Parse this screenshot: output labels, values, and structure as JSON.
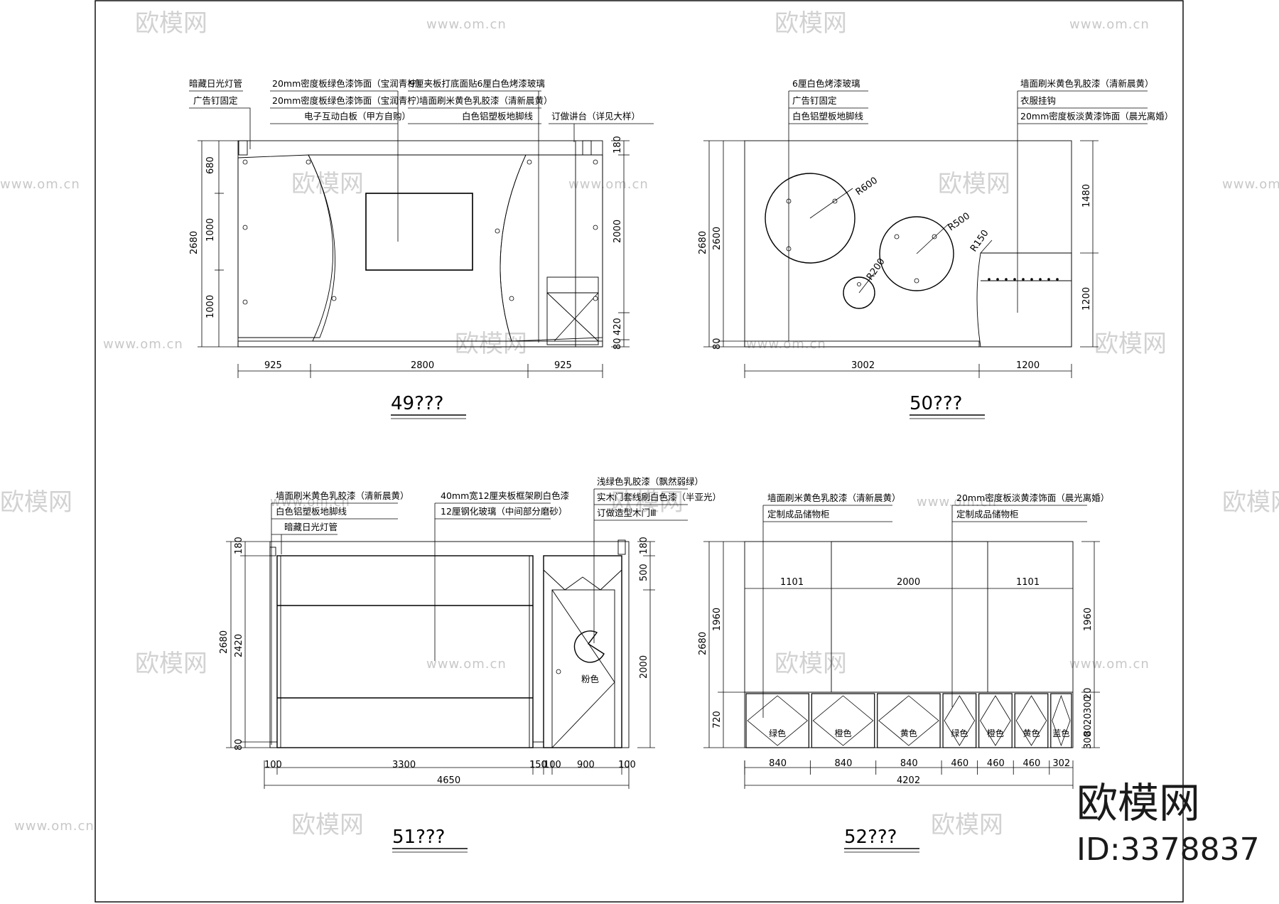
{
  "watermark": {
    "text": "欧模网",
    "url": "www.om.cn"
  },
  "brand": {
    "name": "欧模网",
    "id": "ID:3378837"
  },
  "elevations": [
    {
      "title": "49???",
      "labels_left": [
        "暗藏日光灯管",
        "广告钉固定"
      ],
      "labels_mid": [
        "20mm密度板绿色漆饰面（宝润青柠）",
        "20mm密度板绿色漆饰面（宝润青柠）",
        "电子互动白板（甲方自购）"
      ],
      "labels_right": [
        "9厘夹板打底面贴6厘白色烤漆玻璃",
        "墙面刷米黄色乳胶漆（清新晨黄）",
        "白色铝塑板地脚线",
        "订做讲台（详见大样）"
      ],
      "dims_bottom": [
        "925",
        "2800",
        "925"
      ],
      "dims_left": [
        "680",
        "1000",
        "1000",
        "2680"
      ],
      "dims_right": [
        "180",
        "2000",
        "420",
        "80"
      ]
    },
    {
      "title": "50???",
      "labels_left": [
        "6厘白色烤漆玻璃",
        "广告钉固定",
        "白色铝塑板地脚线"
      ],
      "labels_right": [
        "墙面刷米黄色乳胶漆（清新晨黄）",
        "衣服挂钩",
        "20mm密度板淡黄漆饰面（晨光离婚）"
      ],
      "radii": [
        "R600",
        "R500",
        "R200",
        "R150"
      ],
      "dims_bottom": [
        "3002",
        "1200"
      ],
      "dims_left": [
        "2680",
        "2600",
        "80"
      ],
      "dims_right": [
        "1480",
        "1200"
      ]
    },
    {
      "title": "51???",
      "labels_left": [
        "墙面刷米黄色乳胶漆（清新晨黄）",
        "白色铝塑板地脚线",
        "暗藏日光灯管"
      ],
      "labels_mid": [
        "40mm宽12厘夹板框架刷白色漆",
        "12厘钢化玻璃（中间部分磨砂）"
      ],
      "labels_right": [
        "浅绿色乳胶漆（飘然弱绿）",
        "实木门套线刷白色漆（半亚光）",
        "订做造型木门Ⅲ"
      ],
      "door_label": "粉色",
      "dims_bottom": [
        "100",
        "3300",
        "150",
        "100",
        "900",
        "100"
      ],
      "dims_total": "4650",
      "dims_left": [
        "180",
        "2680",
        "2420",
        "80"
      ],
      "dims_right": [
        "180",
        "500",
        "2000"
      ]
    },
    {
      "title": "52???",
      "labels_left": [
        "墙面刷米黄色乳胶漆（清新晨黄）",
        "定制成品储物柜"
      ],
      "labels_right": [
        "20mm密度板淡黄漆饰面（晨光离婚）",
        "定制成品储物柜"
      ],
      "widths_top": [
        "1101",
        "2000",
        "1101"
      ],
      "cabinet_colors": [
        "绿色",
        "橙色",
        "黄色",
        "绿色",
        "橙色",
        "黄色",
        "蓝色"
      ],
      "dims_bottom": [
        "840",
        "840",
        "840",
        "460",
        "460",
        "460",
        "302"
      ],
      "dims_total": "4202",
      "dims_left": [
        "2680",
        "1960",
        "720"
      ],
      "dims_right": [
        "1960",
        "20",
        "300",
        "20",
        "80",
        "300"
      ]
    }
  ]
}
